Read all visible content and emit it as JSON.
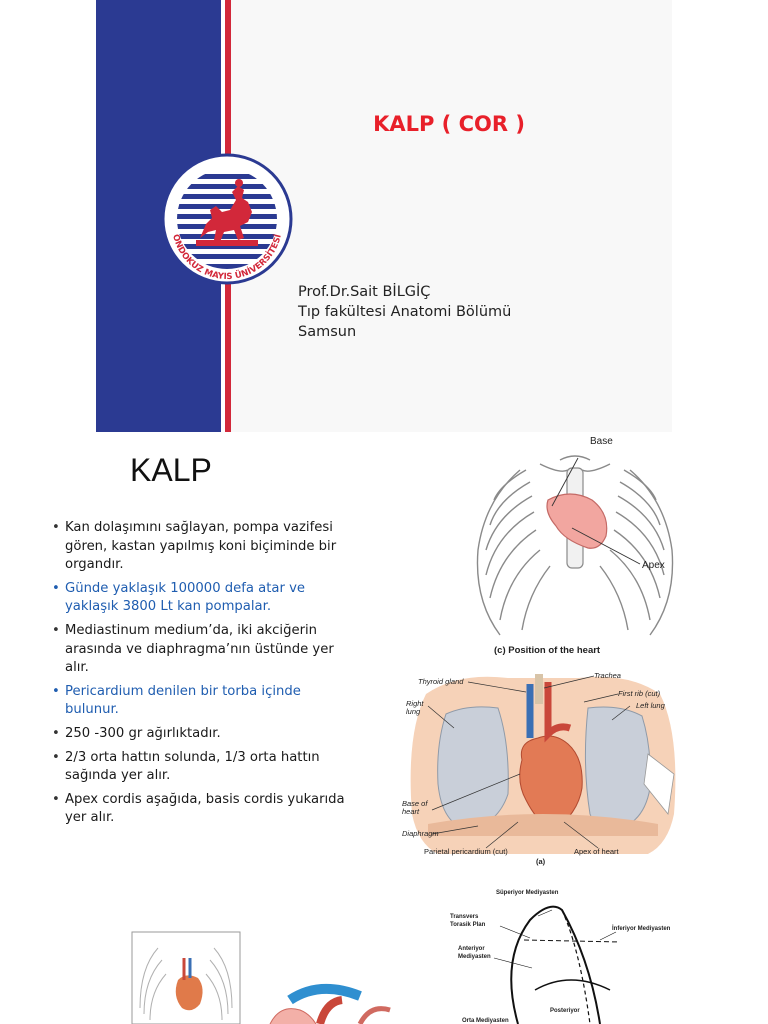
{
  "slide1": {
    "title": "KALP ( COR )",
    "logo_text": "ONDOKUZ MAYIS ÜNİVERSİTESİ",
    "author_lines": [
      "Prof.Dr.Sait BİLGİÇ",
      "Tıp fakültesi Anatomi Bölümü",
      "Samsun"
    ],
    "colors": {
      "blue_band": "#2b3a92",
      "red_band": "#d2283a",
      "title": "#e8202a"
    }
  },
  "slide2": {
    "title": "KALP",
    "bullets": [
      {
        "text": "Kan dolaşımını sağlayan, pompa vazifesi gören, kastan yapılmış koni biçiminde bir organdır.",
        "highlight": false
      },
      {
        "text": "Günde yaklaşık 100000 defa atar ve yaklaşık 3800 Lt kan pompalar.",
        "highlight": true
      },
      {
        "text": "Mediastinum medium’da, iki akciğerin arasında ve diaphragma’nın üstünde yer alır.",
        "highlight": false
      },
      {
        "text": "Pericardium denilen bir torba içinde bulunur.",
        "highlight": true
      },
      {
        "text": "250 -300 gr ağırlıktadır.",
        "highlight": false
      },
      {
        "text": "2/3 orta hattın solunda, 1/3 orta hattın sağında yer alır.",
        "highlight": false
      },
      {
        "text": "Apex cordis aşağıda, basis cordis yukarıda yer alır.",
        "highlight": false
      }
    ],
    "highlight_color": "#1f5db0",
    "figure1": {
      "label_base": "Base",
      "label_apex": "Apex",
      "caption": "(c) Position of the heart"
    },
    "figure2": {
      "thyroid": "Thyroid gland",
      "trachea": "Trachea",
      "first_rib": "First rib (cut)",
      "left_lung": "Left lung",
      "right_lung_1": "Right",
      "right_lung_2": "lung",
      "base_heart_1": "Base of",
      "base_heart_2": "heart",
      "diaphragm": "Diaphragm",
      "parietal": "Parietal pericardium (cut)",
      "apex_heart": "Apex of heart",
      "panel": "(a)"
    }
  },
  "slide3": {
    "labels": {
      "superior": "Süperiyor Mediyasten",
      "transvers_1": "Transvers",
      "transvers_2": "Torasik Plan",
      "inferior": "İnferiyor Mediyasten",
      "anterior_1": "Anteriyor",
      "anterior_2": "Mediyasten",
      "posterior": "Posteriyor",
      "orta": "Orta Mediyasten"
    }
  }
}
